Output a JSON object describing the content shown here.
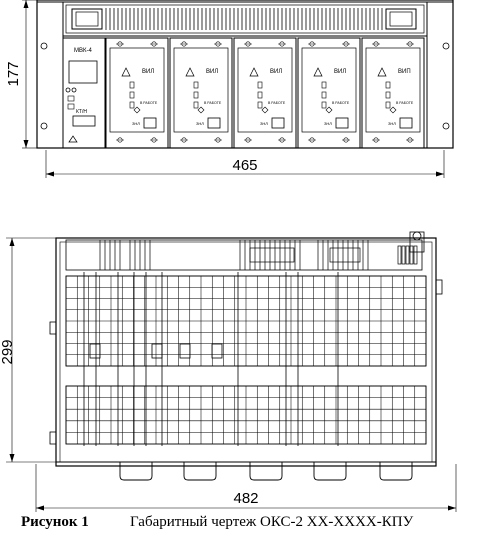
{
  "front_view": {
    "height_dim": "177",
    "width_dim": "465",
    "mvk_label": "МВК-4",
    "ctl_label": "КТ/Н",
    "module_labels": [
      "ВИЛ",
      "ВИЛ",
      "ВИЛ",
      "ВИЛ",
      "ВИП"
    ],
    "module_small_text": "В РАБОТЕ",
    "module_bottom_label": "ЗНЛ"
  },
  "top_view": {
    "depth_dim": "299",
    "width_dim": "482"
  },
  "caption": {
    "label": "Рисунок 1",
    "text": "Габаритный чертеж ОКС-2 XX-XXXX-КПУ"
  }
}
